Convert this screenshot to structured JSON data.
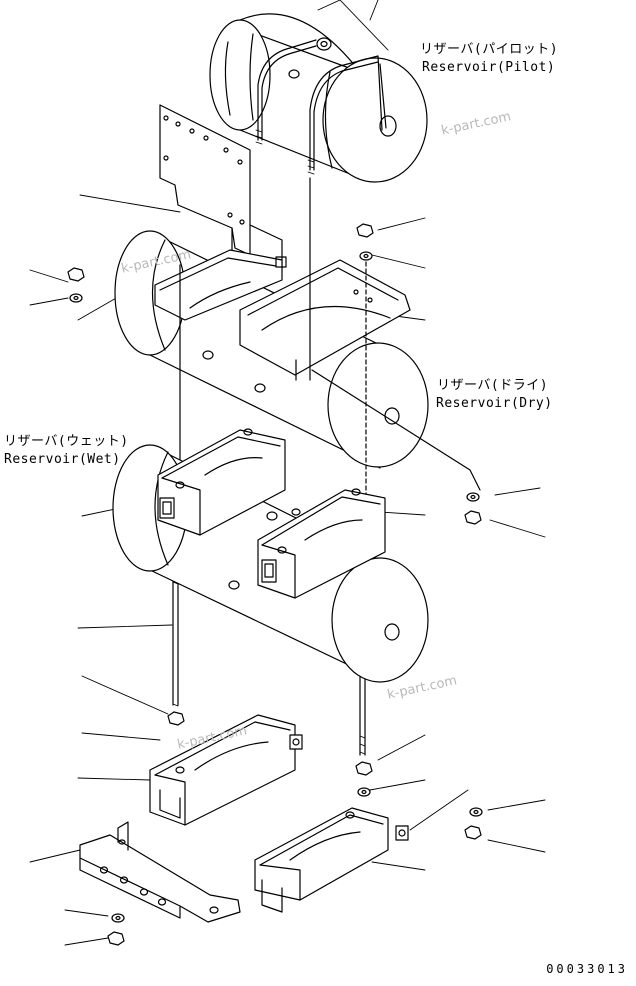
{
  "labels": {
    "pilot_jp": "リザーバ(パイロット)",
    "pilot_en": "Reservoir(Pilot)",
    "dry_jp": "リザーバ(ドライ)",
    "dry_en": "Reservoir(Dry)",
    "wet_jp": "リザーバ(ウェット)",
    "wet_en": "Reservoir(Wet)"
  },
  "watermarks": [
    "k-part.com",
    "k-part.com",
    "k-part.com",
    "k-part.com"
  ],
  "drawing_code": "00033013"
}
